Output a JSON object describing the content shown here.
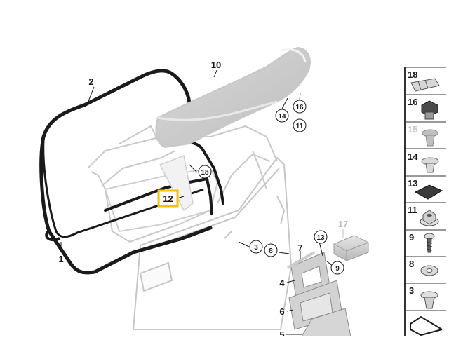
{
  "callouts": {
    "c1": "1",
    "c2": "2",
    "c3": "3",
    "c4": "4",
    "c5": "5",
    "c6": "6",
    "c7": "7",
    "c8": "8",
    "c9": "9",
    "c10": "10",
    "c11": "11",
    "c12": "12",
    "c13": "13",
    "c14": "14",
    "c16": "16",
    "c17": "17",
    "c18": "18"
  },
  "parts_list": [
    {
      "number": "18",
      "icon": "clip-icon"
    },
    {
      "number": "16",
      "icon": "hex-nut-icon"
    },
    {
      "number": "15",
      "icon": "expansion-rivet-icon"
    },
    {
      "number": "14",
      "icon": "plastic-rivet-icon"
    },
    {
      "number": "13",
      "icon": "foam-pad-icon"
    },
    {
      "number": "11",
      "icon": "hex-nut-icon"
    },
    {
      "number": "9",
      "icon": "screw-icon"
    },
    {
      "number": "8",
      "icon": "washer-icon"
    },
    {
      "number": "3",
      "icon": "push-rivet-icon"
    }
  ],
  "colors": {
    "highlight": "#f2c200",
    "part_outline": "#c4c4c4",
    "dark": "#1a1a1a",
    "faded_label": "#c0c0c0",
    "panel_border": "#333333"
  }
}
